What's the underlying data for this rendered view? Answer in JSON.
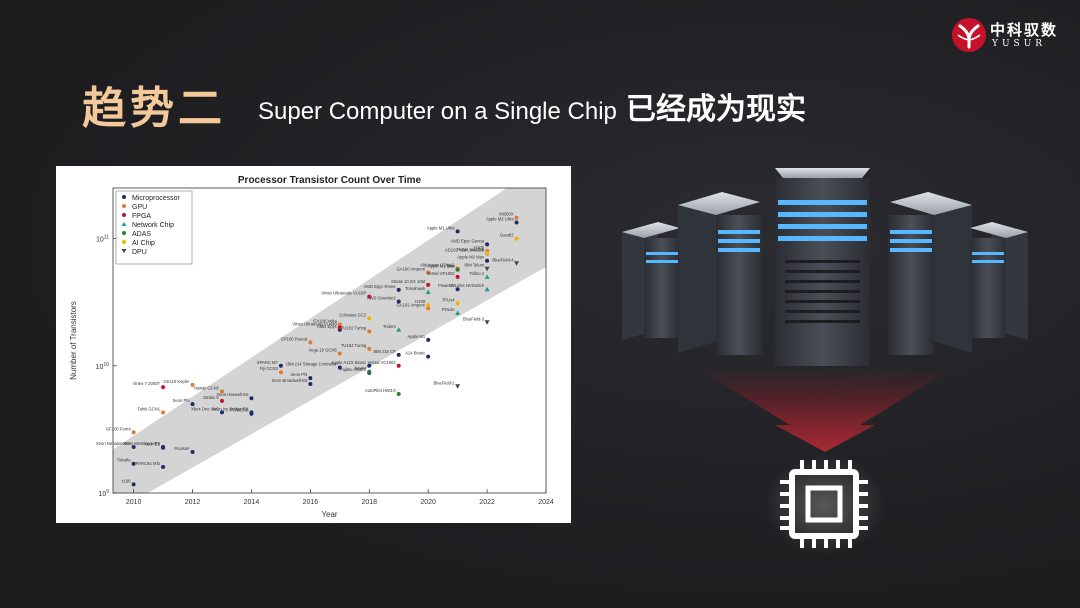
{
  "brand": {
    "name_cn": "中科驭数",
    "name_en": "YUSUR"
  },
  "slide": {
    "title_cn": "趋势二",
    "title_en": "Super Computer on a Single Chip",
    "title_suffix_cn": "已经成为现实"
  },
  "chart_data": {
    "type": "scatter",
    "title": "Processor Transistor Count Over Time",
    "xlabel": "Year",
    "ylabel": "Number of Transistors",
    "y_scale": "log",
    "xlim": [
      2009.3,
      2024
    ],
    "ylim": [
      1000000000,
      250000000000
    ],
    "x_ticks": [
      "2010",
      "2012",
      "2014",
      "2016",
      "2018",
      "2020",
      "2022",
      "2024"
    ],
    "y_ticks": [
      "10^9",
      "10^10",
      "10^11"
    ],
    "grid": false,
    "legend_position": "top-left",
    "trend_band": "gray diagonal band",
    "series": [
      {
        "name": "Microprocessor",
        "color": "#1f2a6b",
        "marker": "circle",
        "points": [
          {
            "x": 2010,
            "y": 2300000000.0,
            "label": "Xeon Nehalem-EX"
          },
          {
            "x": 2010,
            "y": 1700000000.0,
            "label": "Tukwila"
          },
          {
            "x": 2010,
            "y": 1170000000.0,
            "label": "z196"
          },
          {
            "x": 2011,
            "y": 2300000000.0,
            "label": "Xeon Westmere-EX"
          },
          {
            "x": 2011,
            "y": 2270000000.0,
            "label": "Xeon E5"
          },
          {
            "x": 2011,
            "y": 1600000000.0,
            "label": "SPARC64 IXfx"
          },
          {
            "x": 2012,
            "y": 2100000000.0,
            "label": "Poulson"
          },
          {
            "x": 2012,
            "y": 5000000000.0,
            "label": "Xeon Phi"
          },
          {
            "x": 2013,
            "y": 4300000000.0,
            "label": "Xbox One SoC"
          },
          {
            "x": 2014,
            "y": 5560000000.0,
            "label": "Xeon Haswell-E5"
          },
          {
            "x": 2014,
            "y": 4300000000.0,
            "label": "Xeon Ivy Bridge-EX"
          },
          {
            "x": 2014,
            "y": 4200000000.0,
            "label": "POWER8"
          },
          {
            "x": 2015,
            "y": 10000000000.0,
            "label": "SPARC M7"
          },
          {
            "x": 2016,
            "y": 7200000000.0,
            "label": "Xeon Broadwell-E5"
          },
          {
            "x": 2016,
            "y": 8000000000.0,
            "label": "Xeon Phi"
          },
          {
            "x": 2017,
            "y": 19200000000.0,
            "label": "AMD Epyc"
          },
          {
            "x": 2017,
            "y": 9700000000.0,
            "label": "IBM z14 Storage Controller"
          },
          {
            "x": 2018,
            "y": 8800000000.0,
            "label": "Fujitsu A64FX"
          },
          {
            "x": 2018,
            "y": 10000000000.0,
            "label": "Apple A12X Bionic"
          },
          {
            "x": 2019,
            "y": 39540000000.0,
            "label": "AMD Epyc Rome"
          },
          {
            "x": 2019,
            "y": 32000000000.0,
            "label": "AWS Graviton2"
          },
          {
            "x": 2019,
            "y": 12200000000.0,
            "label": "IBM z15 CP"
          },
          {
            "x": 2020,
            "y": 16000000000.0,
            "label": "Apple M1"
          },
          {
            "x": 2020,
            "y": 11800000000.0,
            "label": "A14 Bionic"
          },
          {
            "x": 2021,
            "y": 57000000000.0,
            "label": "Apple M1 Max"
          },
          {
            "x": 2021,
            "y": 114000000000.0,
            "label": "Apple M1 Ultra"
          },
          {
            "x": 2021,
            "y": 40000000000.0,
            "label": "Power10"
          },
          {
            "x": 2022,
            "y": 90000000000.0,
            "label": "AMD Epyc Genoa"
          },
          {
            "x": 2022,
            "y": 67000000000.0,
            "label": "Apple M2 Max"
          },
          {
            "x": 2023,
            "y": 134000000000.0,
            "label": "Apple M2 Ultra"
          }
        ]
      },
      {
        "name": "GPU",
        "color": "#e07a2e",
        "marker": "circle",
        "points": [
          {
            "x": 2010,
            "y": 3000000000.0,
            "label": "GF100 Fermi"
          },
          {
            "x": 2011,
            "y": 4300000000.0,
            "label": "Tahiti GCN1"
          },
          {
            "x": 2012,
            "y": 7080000000.0,
            "label": "GK110 Kepler"
          },
          {
            "x": 2013,
            "y": 6300000000.0,
            "label": "Hawaii GCN2"
          },
          {
            "x": 2015,
            "y": 8900000000.0,
            "label": "Fiji GCN3"
          },
          {
            "x": 2016,
            "y": 15300000000.0,
            "label": "GP100 Pascal"
          },
          {
            "x": 2017,
            "y": 21100000000.0,
            "label": "GV100 Volta"
          },
          {
            "x": 2017,
            "y": 12500000000.0,
            "label": "Vega 10 GCN5"
          },
          {
            "x": 2018,
            "y": 18600000000.0,
            "label": "TU102 Turing"
          },
          {
            "x": 2018,
            "y": 13600000000.0,
            "label": "TU104 Turing"
          },
          {
            "x": 2020,
            "y": 54200000000.0,
            "label": "GA100 Ampere"
          },
          {
            "x": 2020,
            "y": 28300000000.0,
            "label": "GA102 Ampere"
          },
          {
            "x": 2021,
            "y": 58200000000.0,
            "label": "Aldebaran CDNA2"
          },
          {
            "x": 2022,
            "y": 80000000000.0,
            "label": "H100"
          },
          {
            "x": 2022,
            "y": 76300000000.0,
            "label": "AD102 Ada Lovelace"
          },
          {
            "x": 2023,
            "y": 146000000000.0,
            "label": "MI300X"
          }
        ]
      },
      {
        "name": "FPGA",
        "color": "#c8102e",
        "marker": "circle",
        "points": [
          {
            "x": 2011,
            "y": 6800000000.0,
            "label": "Virtex-7 2000T"
          },
          {
            "x": 2013,
            "y": 5300000000.0,
            "label": "Stratix V"
          },
          {
            "x": 2017,
            "y": 20000000000.0,
            "label": "Virtex Ultrascale VU440"
          },
          {
            "x": 2018,
            "y": 35000000000.0,
            "label": "Virtex Ultrascale VU19P"
          },
          {
            "x": 2020,
            "y": 43300000000.0,
            "label": "Stratix 10 GX 10M"
          },
          {
            "x": 2021,
            "y": 50000000000.0,
            "label": "Versal VP1802"
          },
          {
            "x": 2019,
            "y": 10000000000.0,
            "label": "Versal VC1902"
          }
        ]
      },
      {
        "name": "Network Chip",
        "color": "#1e9e8a",
        "marker": "triangle",
        "points": [
          {
            "x": 2019,
            "y": 19200000000.0,
            "label": "Trident"
          },
          {
            "x": 2020,
            "y": 38000000000.0,
            "label": "Tomahawk"
          },
          {
            "x": 2021,
            "y": 26000000000.0,
            "label": "POLite"
          },
          {
            "x": 2022,
            "y": 40000000000.0,
            "label": "NVLink4 NVSwitch"
          },
          {
            "x": 2022,
            "y": 50000000000.0,
            "label": "Tofino 2"
          }
        ]
      },
      {
        "name": "ADAS",
        "color": "#2e7d32",
        "marker": "circle",
        "points": [
          {
            "x": 2018,
            "y": 9000000000.0,
            "label": "Xavier"
          },
          {
            "x": 2019,
            "y": 6000000000.0,
            "label": "AutoPilot HW3.0"
          },
          {
            "x": 2021,
            "y": 57000000000.0,
            "label": "Orin"
          }
        ]
      },
      {
        "name": "AI Chip",
        "color": "#f0b400",
        "marker": "circle",
        "points": [
          {
            "x": 2018,
            "y": 23600000000.0,
            "label": "Colossus GC2"
          },
          {
            "x": 2020,
            "y": 30000000000.0,
            "label": "H100"
          },
          {
            "x": 2021,
            "y": 31000000000.0,
            "label": "TPUv4"
          },
          {
            "x": 2022,
            "y": 77000000000.0,
            "label": "Ponte Vecchio"
          },
          {
            "x": 2023,
            "y": 100000000000.0,
            "label": "Gaudi2"
          }
        ]
      },
      {
        "name": "DPU",
        "color": "#444444",
        "marker": "triangle-down",
        "points": [
          {
            "x": 2021,
            "y": 6900000000.0,
            "label": "BlueField-2"
          },
          {
            "x": 2022,
            "y": 22000000000.0,
            "label": "BlueField-3"
          },
          {
            "x": 2023,
            "y": 64000000000.0,
            "label": "BlueField-4"
          },
          {
            "x": 2022,
            "y": 58000000000.0,
            "label": "IBM Telum"
          }
        ]
      }
    ]
  }
}
